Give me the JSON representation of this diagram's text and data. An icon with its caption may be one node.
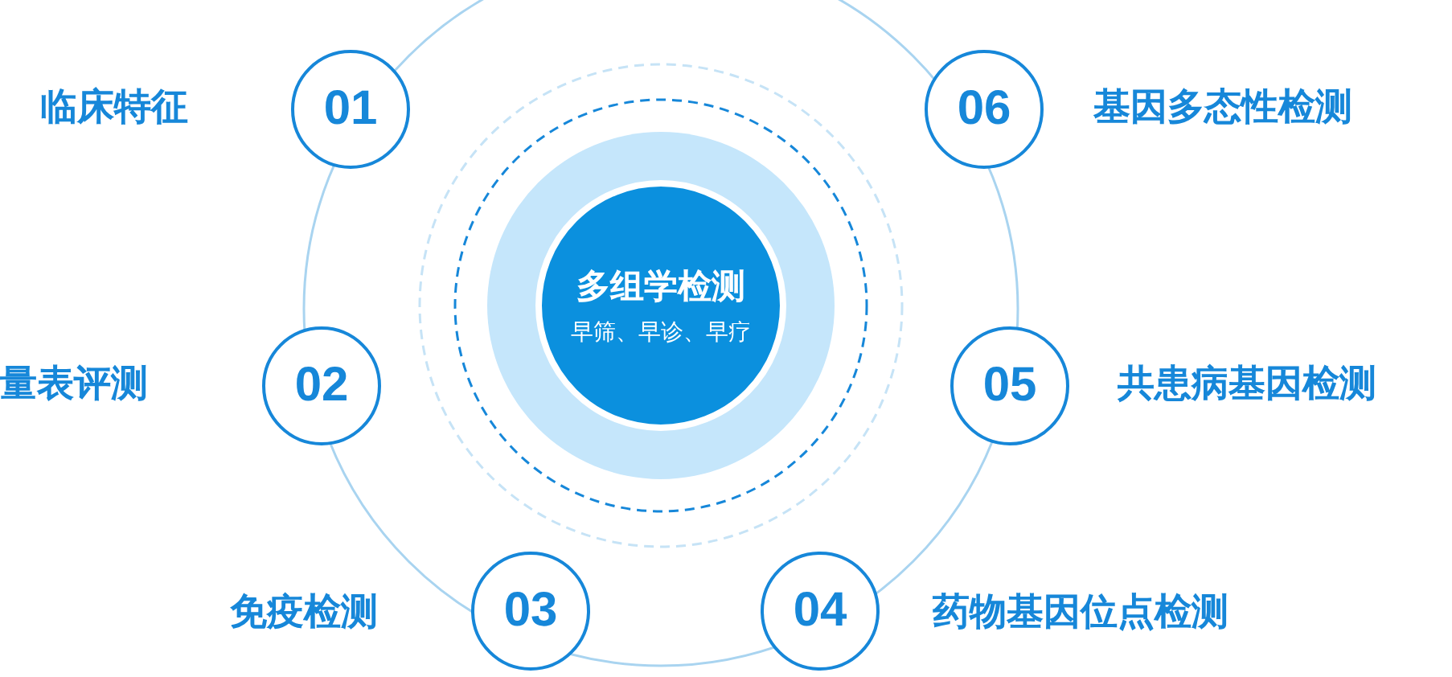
{
  "diagram": {
    "nodes": [
      {
        "text": [
          "多组学检测",
          "早筛、早诊、早疗"
        ]
      },
      {
        "text": [
          "01"
        ],
        "beside": [
          "临床特征"
        ]
      },
      {
        "text": [
          "02"
        ],
        "beside": [
          "量表评测"
        ]
      },
      {
        "text": [
          "03"
        ],
        "beside": [
          "免疫检测"
        ]
      },
      {
        "text": [
          "04"
        ],
        "beside": [
          "药物基因位点检测"
        ]
      },
      {
        "text": [
          "05"
        ],
        "beside": [
          "共患病基因检测"
        ]
      },
      {
        "text": [
          "06"
        ],
        "beside": [
          "基因多态性检测"
        ]
      }
    ]
  }
}
